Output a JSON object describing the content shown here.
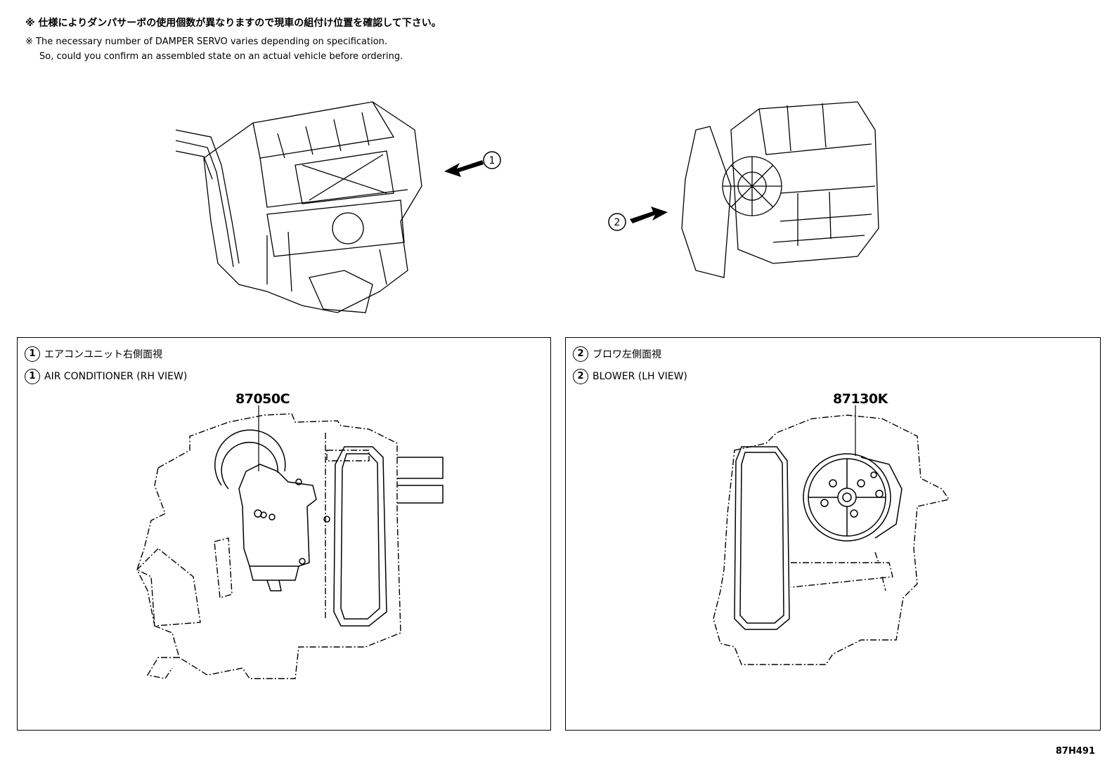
{
  "notes": {
    "jp": "※ 仕様によりダンパサーボの使用個数が異なりますので現車の組付け位置を確認して下さい。",
    "en_line1": "※ The necessary number of DAMPER SERVO varies depending on specification.",
    "en_line2": "So, could you confirm an assembled state on an actual vehicle before ordering."
  },
  "overview": {
    "marker1": "1",
    "marker2": "2"
  },
  "panels": [
    {
      "marker": "1",
      "title_jp": "エアコンユニット右側面視",
      "title_en": "AIR CONDITIONER (RH VIEW)",
      "part_number": "87050C"
    },
    {
      "marker": "2",
      "title_jp": "ブロワ左側面視",
      "title_en": "BLOWER (LH VIEW)",
      "part_number": "87130K"
    }
  ],
  "figure_id": "87H491",
  "colors": {
    "line": "#000000",
    "background": "#ffffff"
  }
}
